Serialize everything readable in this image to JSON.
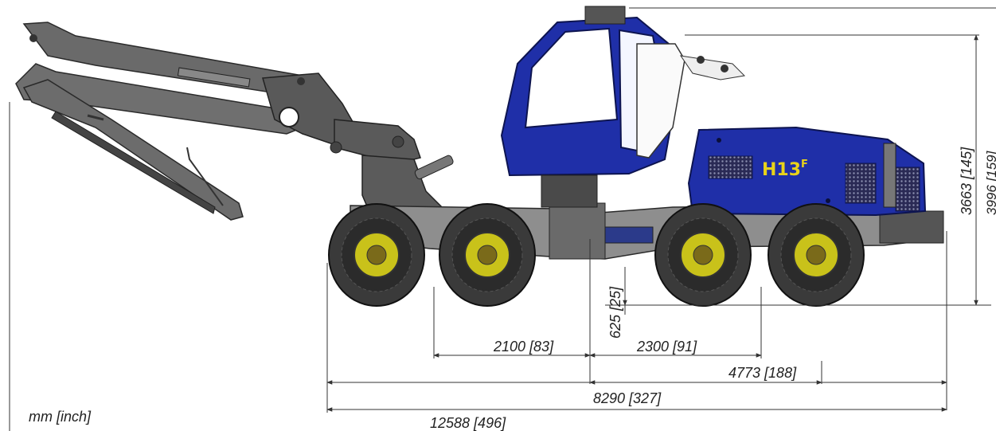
{
  "units_label": "mm [inch]",
  "machine_badge": {
    "model": "H13",
    "sup": "F"
  },
  "dimensions": {
    "wheelbase_front": "2100 [83]",
    "wheelbase_rear": "2300 [91]",
    "ground_clearance": "625 [25]",
    "rear_section": "4773 [188]",
    "wheel_span": "8290 [327]",
    "total_length": "12588 [496]",
    "cab_height": "3663 [145]",
    "total_height": "3996 [159]"
  },
  "colors": {
    "body_blue": "#1f2fa8",
    "boom_grey": "#5c5c5c",
    "tire_dark": "#3a3a3a",
    "rim_yellow": "#c9c21a",
    "badge_yellow": "#e8d21a"
  }
}
